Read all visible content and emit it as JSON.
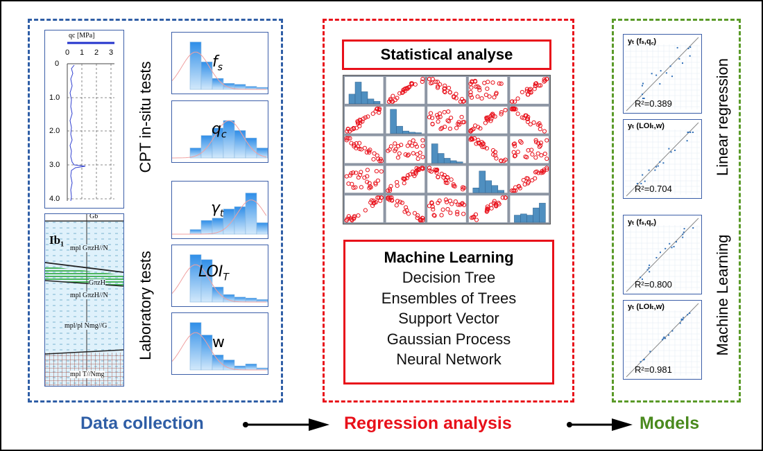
{
  "sections": {
    "data_collection": {
      "label": "Data collection",
      "cpt_label": "CPT in-situ tests",
      "lab_label": "Laboratory tests",
      "cpt_plot": {
        "axis_title": "qc [MPa]",
        "x_ticks": [
          "0",
          "1",
          "2",
          "3"
        ],
        "y_ticks": [
          "0",
          "1.0",
          "2.0",
          "3.0",
          "4.0"
        ]
      },
      "geology": {
        "header": "Gb",
        "layer_code": "Ib₁",
        "rows": [
          "mpl GπzH//N",
          "GπzH",
          "mpl GπzH//N",
          "mpl/pl Nmg//G",
          "mpl T//Nmg"
        ]
      },
      "histograms": [
        {
          "var": "f",
          "sub": "s"
        },
        {
          "var": "q",
          "sub": "c"
        },
        {
          "var": "γ",
          "sub": "t"
        },
        {
          "var": "LOI",
          "sub": "T"
        },
        {
          "var": "w",
          "sub": ""
        }
      ]
    },
    "regression": {
      "label": "Regression analysis",
      "stats_title": "Statistical analyse",
      "ml_title": "Machine Learning",
      "ml_methods": [
        "Decision Tree",
        "Ensembles of Trees",
        "Support Vector",
        "Gaussian Process",
        "Neural Network"
      ]
    },
    "models": {
      "label": "Models",
      "lr_label": "Linear regression",
      "ml_label": "Machine Learning",
      "panels": [
        {
          "title": "yₜ (fₛ,q꜀)",
          "r2": "R²=0.389",
          "r2_value": 0.389
        },
        {
          "title": "yₜ (LOIₜ,w)",
          "r2": "R²=0.704",
          "r2_value": 0.704
        },
        {
          "title": "yₜ (fₛ,q꜀)",
          "r2": "R²=0.800",
          "r2_value": 0.8
        },
        {
          "title": "yₜ (LOIₜ,w)",
          "r2": "R²=0.981",
          "r2_value": 0.981
        }
      ]
    }
  },
  "colors": {
    "data_collection": "#2f5ea6",
    "regression": "#e8101a",
    "models": "#5a9a28",
    "histogram_bar": "#4aa3ee",
    "scatter": "#e8101a"
  }
}
